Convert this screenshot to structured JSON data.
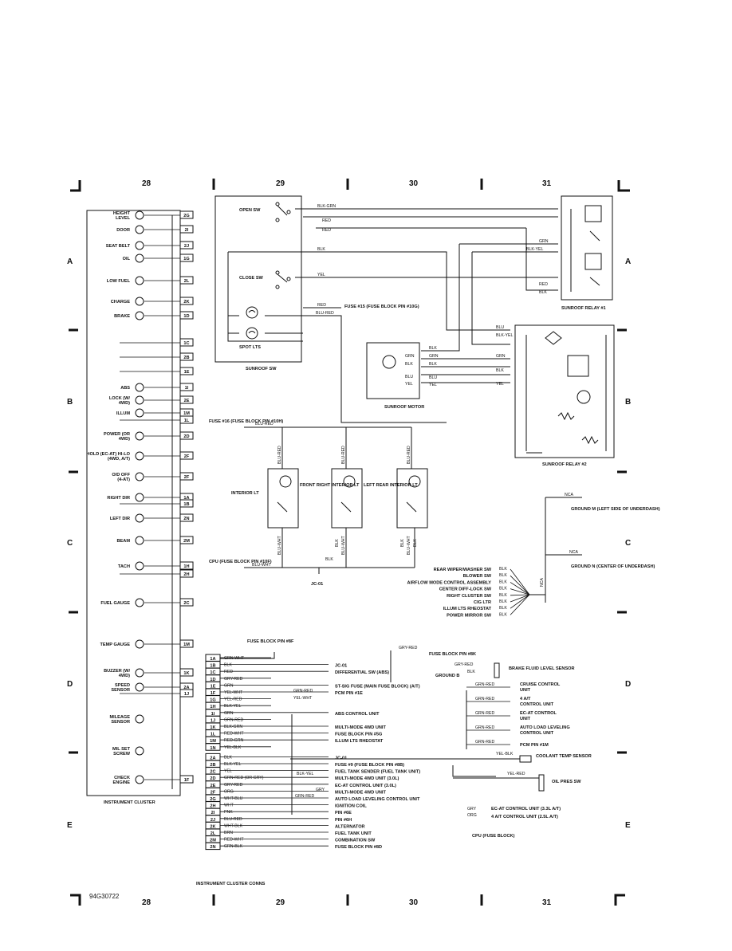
{
  "grid": {
    "columns": [
      "28",
      "29",
      "30",
      "31"
    ],
    "rows": [
      "A",
      "B",
      "C",
      "D",
      "E"
    ],
    "figure_id": "94G30722"
  },
  "cluster": {
    "title": "INSTRUMENT CLUSTER",
    "items": [
      {
        "label": "HEIGHT LEVEL",
        "pin": "2G"
      },
      {
        "label": "DOOR",
        "pin": "2I"
      },
      {
        "label": "SEAT BELT",
        "pin": "2J"
      },
      {
        "label": "OIL",
        "pin": "1G"
      },
      {
        "label": "LOW FUEL",
        "pin": "2L"
      },
      {
        "label": "CHARGE",
        "pin": "2K"
      },
      {
        "label": "BRAKE",
        "pin": "1D"
      },
      {
        "label": "",
        "pin": "1C"
      },
      {
        "label": "",
        "pin": "2B"
      },
      {
        "label": "",
        "pin": "1E"
      },
      {
        "label": "ABS",
        "pin": "1I"
      },
      {
        "label": "LOCK (W/ 4WD)",
        "pin": "2E"
      },
      {
        "label": "ILLUM",
        "pin": "1M"
      },
      {
        "label": "",
        "pin": "1L"
      },
      {
        "label": "POWER (OR 4WD)",
        "pin": "2D"
      },
      {
        "label": "HOLD (EC-AT) HI-LO (4WD, A/T)",
        "pin": "2F"
      },
      {
        "label": "O/D OFF (4-AT)",
        "pin": "2F"
      },
      {
        "label": "RIGHT DIR",
        "pin": "1A"
      },
      {
        "label": "",
        "pin": "1B"
      },
      {
        "label": "LEFT DIR",
        "pin": "2N"
      },
      {
        "label": "BEAM",
        "pin": "2M"
      },
      {
        "label": "TACH",
        "pin": "1H"
      },
      {
        "label": "",
        "pin": "2H"
      },
      {
        "label": "FUEL GAUGE",
        "pin": "2C"
      },
      {
        "label": "TEMP GAUGE",
        "pin": "1M"
      },
      {
        "label": "BUZZER (W/ 4WD)",
        "pin": "1K"
      },
      {
        "label": "SPEED SENSOR",
        "pin": "2A"
      },
      {
        "label": "",
        "pin": "1J"
      },
      {
        "label": "MILEAGE SENSOR",
        "pin": ""
      },
      {
        "label": "MIL SET SCREW",
        "pin": ""
      },
      {
        "label": "CHECK ENGINE",
        "pin": "1F"
      }
    ]
  },
  "sunroof": {
    "sw_labels": [
      "OPEN SW",
      "CLOSE SW",
      "SPOT LTS",
      "SUNROOF SW"
    ],
    "wires": [
      "BLK-GRN",
      "RED",
      "RED",
      "BLK",
      "YEL",
      "RED",
      "BLU-RED",
      "GRN",
      "BLK-YEL",
      "RED",
      "BLK",
      "BLU",
      "BLK-YEL",
      "GRN",
      "BLK",
      "YEL"
    ],
    "fuse15": "FUSE #15 (FUSE BLOCK PIN #10G)",
    "motor": "SUNROOF MOTOR",
    "motor_wires": [
      "BLK",
      "GRN",
      "BLK",
      "BLU",
      "YEL"
    ],
    "motor_pins": [
      "GRN",
      "BLK",
      "BLU",
      "YEL"
    ],
    "relay1": "SUNROOF RELAY #1",
    "relay2": "SUNROOF RELAY #2"
  },
  "interior": {
    "fuse16": "FUSE #16 (FUSE BLOCK PIN #10H)",
    "cpu": "CPU (FUSE BLOCK PIN #10F)",
    "wires": [
      "BLU-RED",
      "BLU-WHT",
      "BLK",
      "BLU-RED",
      "BLU-RED",
      "BLU-RED",
      "BLU-WHT",
      "BLK",
      "BLU-WHT",
      "BLK",
      "BLU-WHT",
      "BLK"
    ],
    "lights": [
      "INTERIOR LT",
      "FRONT RIGHT INTERIOR LT",
      "LEFT REAR INTERIOR LT"
    ],
    "junction": "JC-01"
  },
  "grounds": {
    "ground_m": "GROUND M (LEFT SIDE OF UNDERDASH)",
    "ground_n": "GROUND N (CENTER OF UNDERDASH)",
    "nca": "NCA",
    "sources": [
      {
        "label": "REAR WIPER/WASHER SW",
        "wire": "BLK"
      },
      {
        "label": "BLOWER SW",
        "wire": "BLK"
      },
      {
        "label": "AIRFLOW MODE CONTROL ASSEMBLY",
        "wire": "BLK"
      },
      {
        "label": "CENTER DIFF-LOCK SW",
        "wire": "BLK"
      },
      {
        "label": "RIGHT CLUSTER SW",
        "wire": "BLK"
      },
      {
        "label": "CIG LTR",
        "wire": "BLK"
      },
      {
        "label": "ILLUM LTS RHEOSTAT",
        "wire": "BLK"
      },
      {
        "label": "POWER MIRROR SW",
        "wire": "BLK"
      }
    ]
  },
  "connector": {
    "title": "INSTRUMENT CLUSTER CONNS",
    "fuse_top": "FUSE BLOCK PIN #8F",
    "rows": [
      {
        "pin": "1A",
        "wire": "GRN-WHT",
        "dest": ""
      },
      {
        "pin": "1B",
        "wire": "BLK",
        "dest": "JC-01"
      },
      {
        "pin": "1C",
        "wire": "RED",
        "dest": "DIFFERENTIAL SW (ABS)"
      },
      {
        "pin": "1D",
        "wire": "GRY-RED",
        "dest": ""
      },
      {
        "pin": "1E",
        "wire": "GRN",
        "dest": "ST-SIG FUSE (MAIN FUSE BLOCK) (A/T)"
      },
      {
        "pin": "1F",
        "wire": "YEL-WHT",
        "dest": "PCM PIN #1E"
      },
      {
        "pin": "1G",
        "wire": "YEL-RED",
        "dest": ""
      },
      {
        "pin": "1H",
        "wire": "BLK-YEL",
        "dest": ""
      },
      {
        "pin": "1I",
        "wire": "GRN",
        "dest": "ABS CONTROL UNIT"
      },
      {
        "pin": "1J",
        "wire": "GRN-RED",
        "dest": ""
      },
      {
        "pin": "1K",
        "wire": "BLK-GRN",
        "dest": "MULTI-MODE 4WD UNIT"
      },
      {
        "pin": "1L",
        "wire": "RED-WHT",
        "dest": "FUSE BLOCK PIN #5G"
      },
      {
        "pin": "1M",
        "wire": "RED-GRN",
        "dest": "ILLUM LTS RHEOSTAT"
      },
      {
        "pin": "1N",
        "wire": "YEL-BLK",
        "dest": ""
      },
      {
        "pin": "2A",
        "wire": "BLK",
        "dest": "JC-01"
      },
      {
        "pin": "2B",
        "wire": "BLK-YEL",
        "dest": "FUSE #9 (FUSE BLOCK PIN #8B)"
      },
      {
        "pin": "2C",
        "wire": "YEL",
        "dest": "FUEL TANK SENDER (FUEL TANK UNIT)"
      },
      {
        "pin": "2D",
        "wire": "GRN-RED (OR GRY)",
        "dest": "MULTI-MODE 4WD UNIT (3.0L)"
      },
      {
        "pin": "2E",
        "wire": "GRY-RED",
        "dest": "EC-AT CONTROL UNIT (3.0L)"
      },
      {
        "pin": "2F",
        "wire": "ORG",
        "dest": "MULTI-MODE 4WD UNIT"
      },
      {
        "pin": "2G",
        "wire": "WHT-BLU",
        "dest": "AUTO LOAD LEVELING CONTROL UNIT"
      },
      {
        "pin": "2H",
        "wire": "WHT",
        "dest": "IGNITION COIL"
      },
      {
        "pin": "2I",
        "wire": "PNK",
        "dest": "PIN #6E"
      },
      {
        "pin": "2J",
        "wire": "BLU-RED",
        "dest": "PIN #6H"
      },
      {
        "pin": "2K",
        "wire": "WHT-BLK",
        "dest": "ALTERNATOR"
      },
      {
        "pin": "2L",
        "wire": "BRN",
        "dest": "FUEL TANK UNIT"
      },
      {
        "pin": "2M",
        "wire": "RED-WHT",
        "dest": "COMBINATION SW"
      },
      {
        "pin": "2N",
        "wire": "GRN-BLK",
        "dest": "FUSE BLOCK PIN #8D"
      }
    ],
    "extra_wires": [
      "GRY-RED",
      "GRN-RED",
      "YEL-WHT",
      "BLK-YEL",
      "GRY",
      "GRN-RED",
      "GRY",
      "ORG"
    ],
    "cpu_block": "CPU (FUSE BLOCK)"
  },
  "right_side": {
    "fuse_8k": "FUSE BLOCK PIN #8K",
    "brake_fluid": "BRAKE FLUID LEVEL SENSOR",
    "ground_b": "GROUND B",
    "wires": [
      "GRY-RED",
      "GRY-RED",
      "BLK",
      "GRN-RED",
      "GRN-RED",
      "GRN-RED",
      "GRN-RED",
      "GRN-RED",
      "YEL-BLK",
      "YEL-RED",
      "ORG",
      "ORG"
    ],
    "dests": [
      "CRUISE CONTROL UNIT",
      "4 A/T CONTROL UNIT",
      "EC-AT CONTROL UNIT",
      "AUTO LOAD LEVELING CONTROL UNIT",
      "PCM PIN #1M",
      "COOLANT TEMP SENSOR",
      "OIL PRES SW",
      "EC-AT CONTROL UNIT (3.3L A/T)",
      "4 A/T CONTROL UNIT (2.5L A/T)"
    ]
  }
}
